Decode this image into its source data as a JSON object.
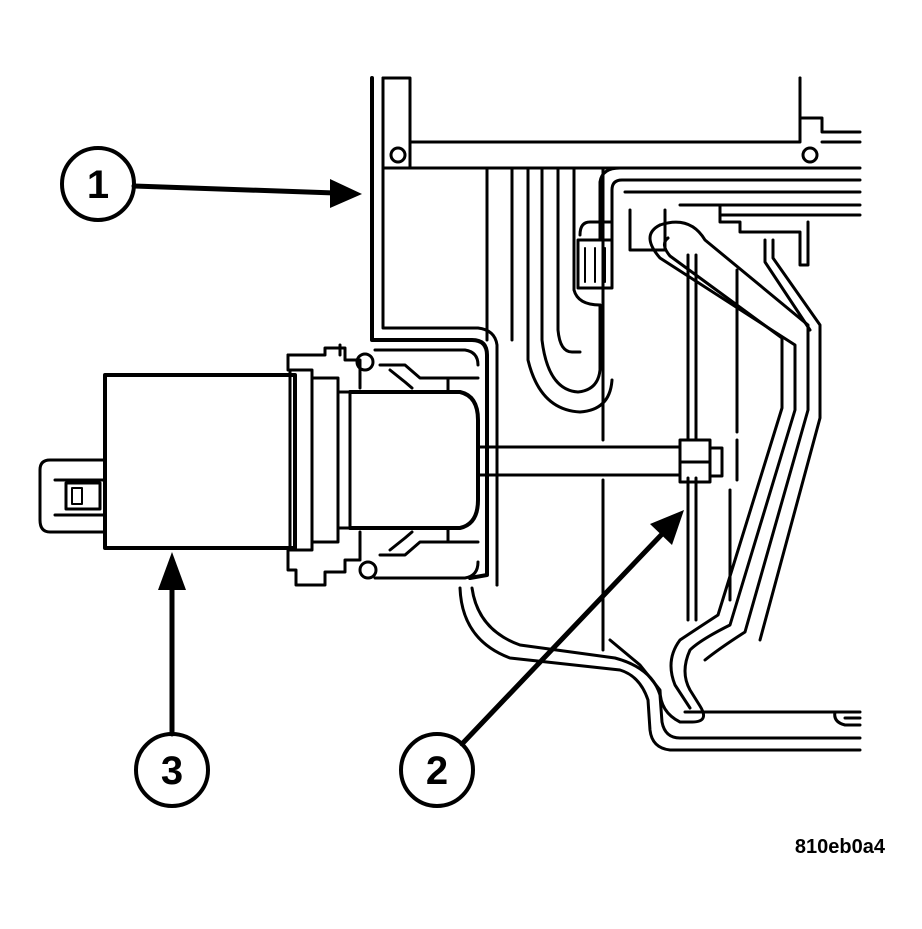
{
  "callouts": [
    {
      "id": "callout-1",
      "label": "1"
    },
    {
      "id": "callout-2",
      "label": "2"
    },
    {
      "id": "callout-3",
      "label": "3"
    }
  ],
  "figure_id": "810eb0a4",
  "colors": {
    "ink": "#000000",
    "paper": "#ffffff"
  }
}
